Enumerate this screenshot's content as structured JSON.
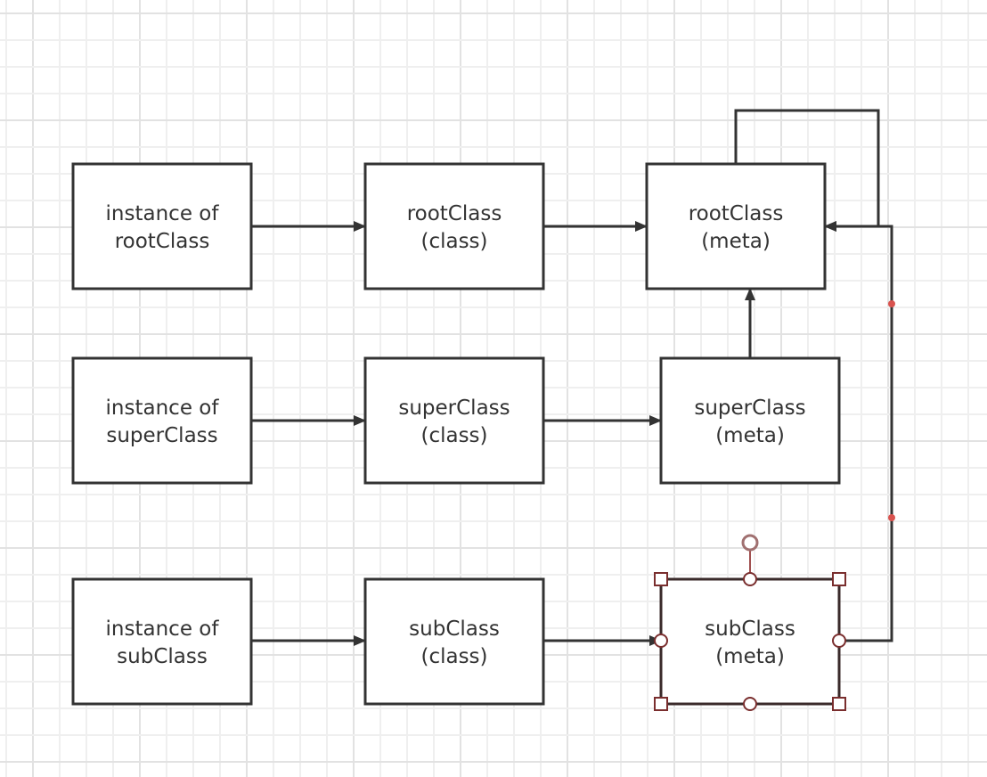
{
  "nodes": [
    {
      "id": "inst-root",
      "lines": [
        "instance of",
        "rootClass"
      ]
    },
    {
      "id": "root-class",
      "lines": [
        "rootClass",
        "(class)"
      ]
    },
    {
      "id": "root-meta",
      "lines": [
        "rootClass",
        "(meta)"
      ]
    },
    {
      "id": "inst-super",
      "lines": [
        "instance of",
        "superClass"
      ]
    },
    {
      "id": "super-class",
      "lines": [
        "superClass",
        "(class)"
      ]
    },
    {
      "id": "super-meta",
      "lines": [
        "superClass",
        "(meta)"
      ]
    },
    {
      "id": "inst-sub",
      "lines": [
        "instance of",
        "subClass"
      ]
    },
    {
      "id": "sub-class",
      "lines": [
        "subClass",
        "(class)"
      ]
    },
    {
      "id": "sub-meta",
      "lines": [
        "subClass",
        "(meta)"
      ],
      "selected": true
    }
  ],
  "edges": [
    [
      "inst-root",
      "root-class"
    ],
    [
      "root-class",
      "root-meta"
    ],
    [
      "inst-super",
      "super-class"
    ],
    [
      "super-class",
      "super-meta"
    ],
    [
      "inst-sub",
      "sub-class"
    ],
    [
      "sub-class",
      "sub-meta"
    ],
    [
      "super-meta",
      "root-meta"
    ],
    [
      "root-meta",
      "root-meta"
    ],
    [
      "sub-meta",
      "root-meta"
    ]
  ],
  "colors": {
    "stroke": "#333333",
    "selection": "#7a2e2e",
    "grid": "#ececec",
    "waypoint": "#d9534f"
  }
}
